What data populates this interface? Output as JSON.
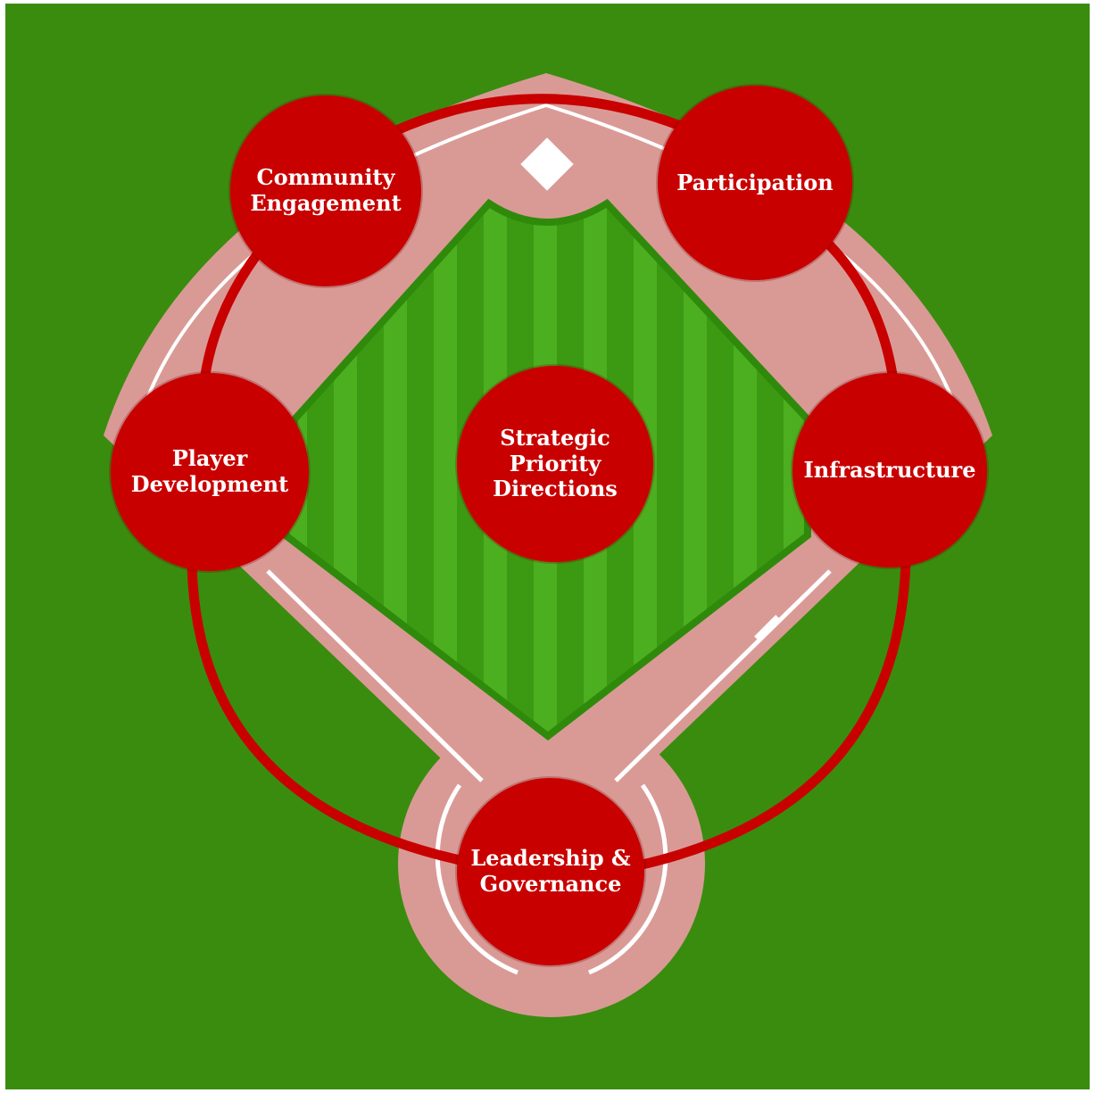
{
  "diagram": {
    "center": {
      "label": "Strategic Priority Directions"
    },
    "nodes": [
      {
        "id": "community",
        "label": "Community Engagement"
      },
      {
        "id": "participation",
        "label": "Participation"
      },
      {
        "id": "player",
        "label": "Player Development"
      },
      {
        "id": "infrastructure",
        "label": "Infrastructure"
      },
      {
        "id": "leadership",
        "label": "Leadership & Governance"
      }
    ]
  },
  "colors": {
    "grass": "#3a8c0e",
    "infield_grass": "#3c9a12",
    "grass_stripe_light": "#4caf1f",
    "dirt": "#d99a96",
    "chalk": "#ffffff",
    "node_fill": "#c80000",
    "ring": "#c80000",
    "text": "#ffffff"
  }
}
